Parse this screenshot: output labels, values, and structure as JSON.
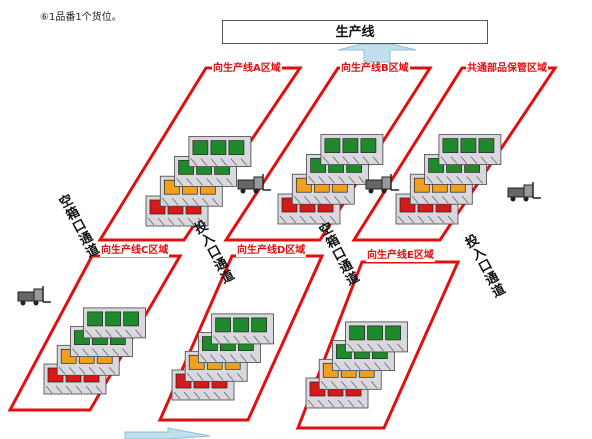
{
  "note": "⑥1品番1个货位。",
  "production_line": "生产线",
  "zones": [
    {
      "id": "A",
      "label": "向生产线A区域"
    },
    {
      "id": "B",
      "label": "向生产线B区域"
    },
    {
      "id": "common",
      "label": "共通部品保管区域"
    },
    {
      "id": "C",
      "label": "向生产线C区域"
    },
    {
      "id": "D",
      "label": "向生产线D区域"
    },
    {
      "id": "E",
      "label": "向生产线E区域"
    }
  ],
  "aisles": [
    {
      "label": "空箱口通道"
    },
    {
      "label": "投入口通道"
    },
    {
      "label": "空箱口通道"
    },
    {
      "label": "投入口通道"
    }
  ],
  "colors": {
    "zone_border": "#e01010",
    "green_box": "#1e8a2c",
    "orange_box": "#f0a020",
    "red_box": "#d91818",
    "arrow": "#bfe0ec"
  }
}
